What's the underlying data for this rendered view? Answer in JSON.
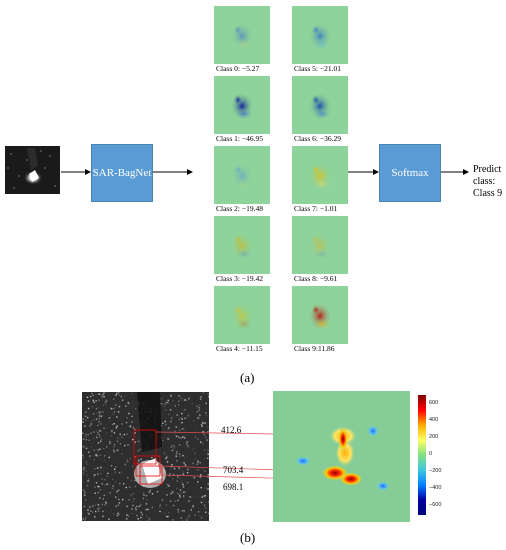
{
  "panel_a": {
    "model_label": "SAR-BagNet",
    "softmax_label": "Softmax",
    "predict_line1": "Predict class:",
    "predict_line2": "Class 9",
    "classes": [
      {
        "caption": "Class 0: −5.27"
      },
      {
        "caption": "Class 1: −46.95"
      },
      {
        "caption": "Class 2: −19.48"
      },
      {
        "caption": "Class 3: −19.42"
      },
      {
        "caption": "Class 4: −11.15"
      },
      {
        "caption": "Class 5: −21.01"
      },
      {
        "caption": "Class 6: −36.29"
      },
      {
        "caption": "Class 7: −1.01"
      },
      {
        "caption": "Class 8: −9.61"
      },
      {
        "caption": "Class 9:11.86"
      }
    ],
    "label": "(a)"
  },
  "panel_b": {
    "values": [
      "412.6",
      "703.4",
      "698.1"
    ],
    "colorbar_ticks": [
      "600",
      "400",
      "200",
      "0",
      "−200",
      "−400",
      "−600"
    ],
    "label": "(b)"
  }
}
